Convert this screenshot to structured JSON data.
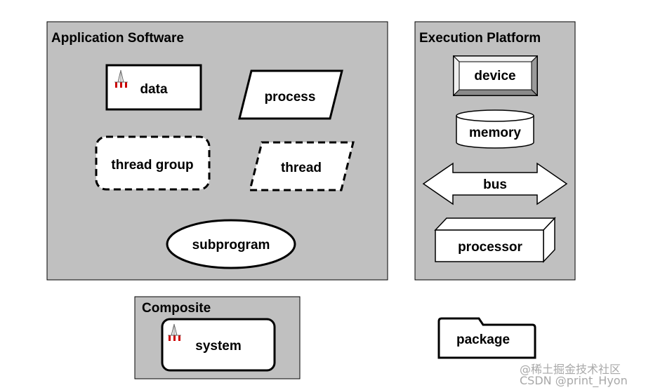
{
  "groups": {
    "application_software": "Application Software",
    "execution_platform": "Execution Platform",
    "composite": "Composite"
  },
  "components": {
    "data": "data",
    "process": "process",
    "thread_group": "thread group",
    "thread": "thread",
    "subprogram": "subprogram",
    "device": "device",
    "memory": "memory",
    "bus": "bus",
    "processor": "processor",
    "system": "system",
    "package": "package"
  },
  "watermark": {
    "line1": "@稀土掘金技术社区",
    "line2": "CSDN @print_Hyon"
  }
}
